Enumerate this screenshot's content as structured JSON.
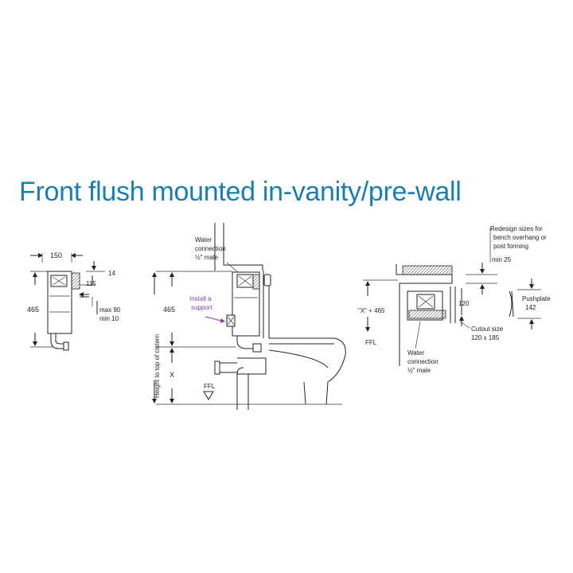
{
  "title": "Front flush mounted in-vanity/pre-wall",
  "colors": {
    "title": "#1a7fb0",
    "annotation": "#7b3f9a",
    "lines": "#222222"
  },
  "left_view": {
    "width_label": "150",
    "top_gap_label": "14",
    "inset_label": "115",
    "height_label": "465",
    "depth_max_label": "max 90",
    "depth_min_label": "min 10"
  },
  "middle_view": {
    "water_line1": "Water",
    "water_line2": "connection",
    "water_line3": "½\" male",
    "install_line1": "Install a",
    "install_line2": "support",
    "height_label": "465",
    "x_label": "X",
    "vertical_label": "Height to top of cistern",
    "ffl_label": "FFL"
  },
  "right_view": {
    "redesign_line1": "Redesign sizes for",
    "redesign_line2": "bench overhang or",
    "redesign_line3": "post forming",
    "min_label": "min 25",
    "x465_label": "\"X\" + 465",
    "ffl_label": "FFL",
    "cutout_height_label": "120",
    "cutout_line1": "Cutout size",
    "cutout_line2": "120 x 185",
    "water_line1": "Water",
    "water_line2": "connection",
    "water_line3": "½\" male",
    "pushplate_line1": "Pushplate",
    "pushplate_line2": "142"
  }
}
